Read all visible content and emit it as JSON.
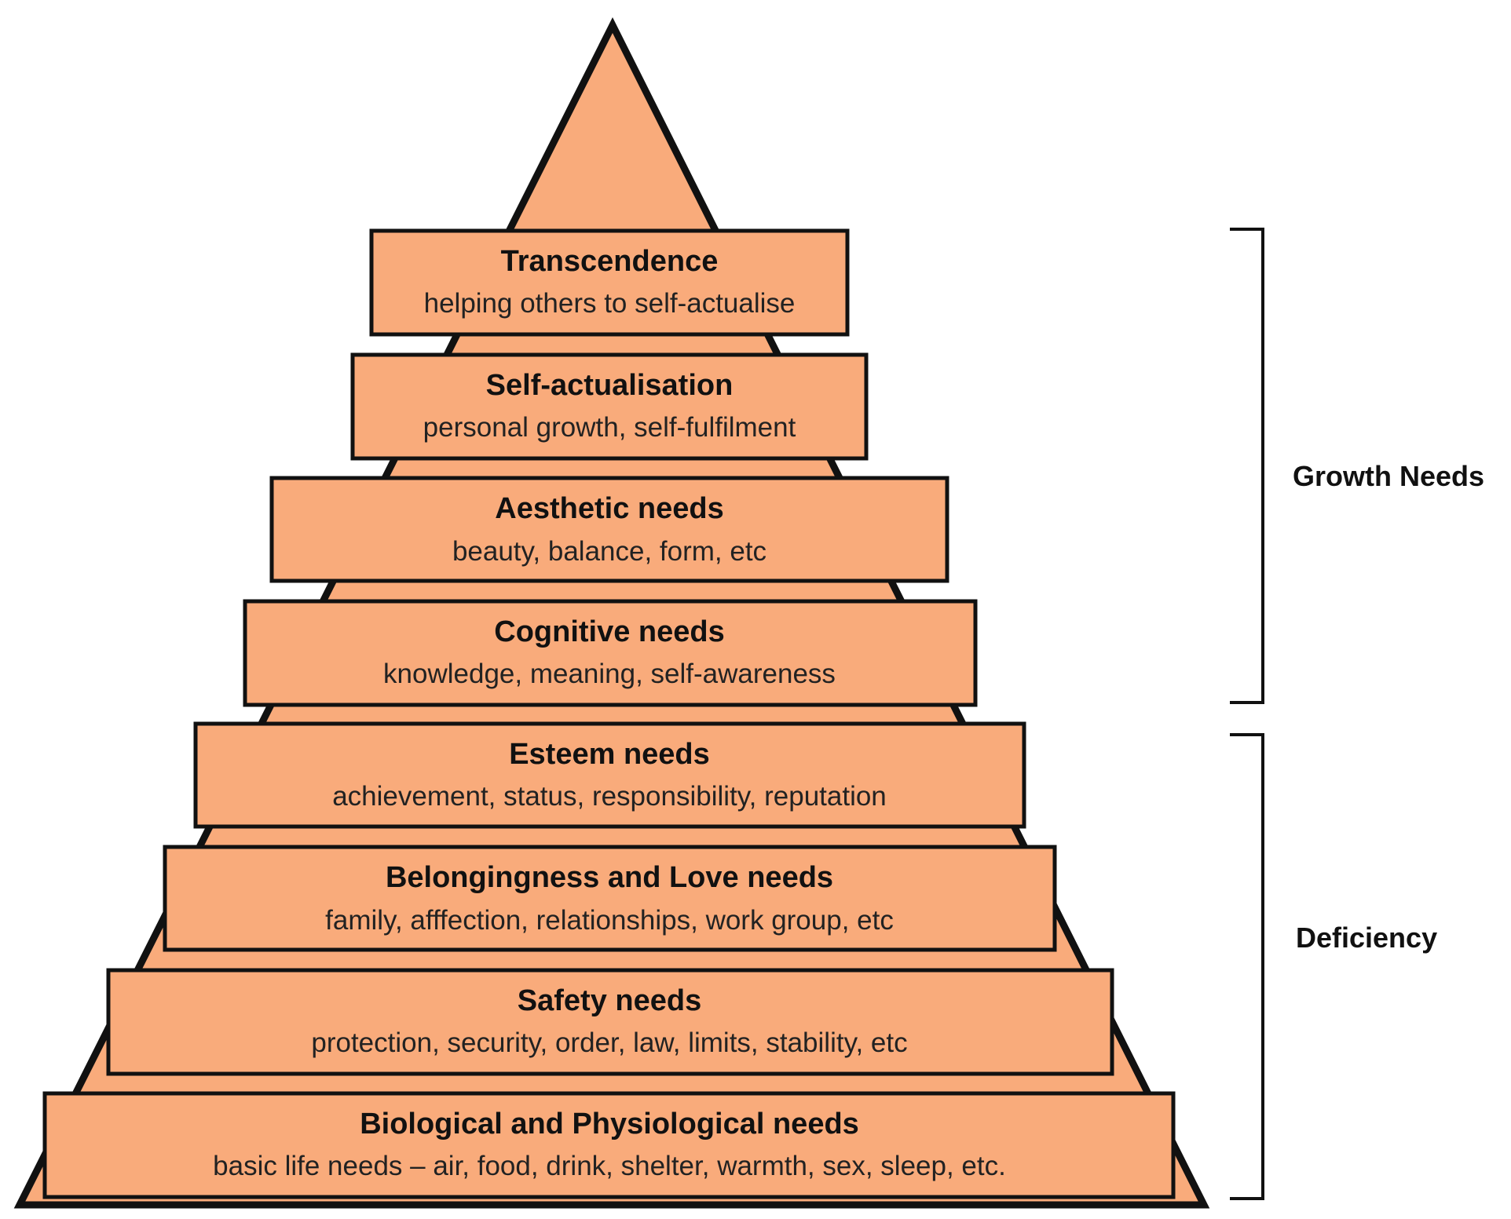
{
  "colors": {
    "fill": "#F9AB7B",
    "outline": "#111111"
  },
  "tiers": [
    {
      "title": "Transcendence",
      "description": "helping others to self-actualise"
    },
    {
      "title": "Self-actualisation",
      "description": "personal growth, self-fulfilment"
    },
    {
      "title": "Aesthetic needs",
      "description": "beauty, balance, form, etc"
    },
    {
      "title": "Cognitive needs",
      "description": "knowledge, meaning, self-awareness"
    },
    {
      "title": "Esteem needs",
      "description": "achievement, status, responsibility, reputation"
    },
    {
      "title": "Belongingness and Love needs",
      "description": "family, afffection, relationships, work group, etc"
    },
    {
      "title": "Safety needs",
      "description": "protection, security, order, law, limits, stability, etc"
    },
    {
      "title": "Biological and Physiological needs",
      "description": "basic life needs – air, food, drink, shelter, warmth, sex, sleep, etc."
    }
  ],
  "groups": [
    {
      "label": "Growth Needs",
      "tiers": [
        0,
        3
      ]
    },
    {
      "label": "Deficiency",
      "tiers": [
        4,
        7
      ]
    }
  ]
}
